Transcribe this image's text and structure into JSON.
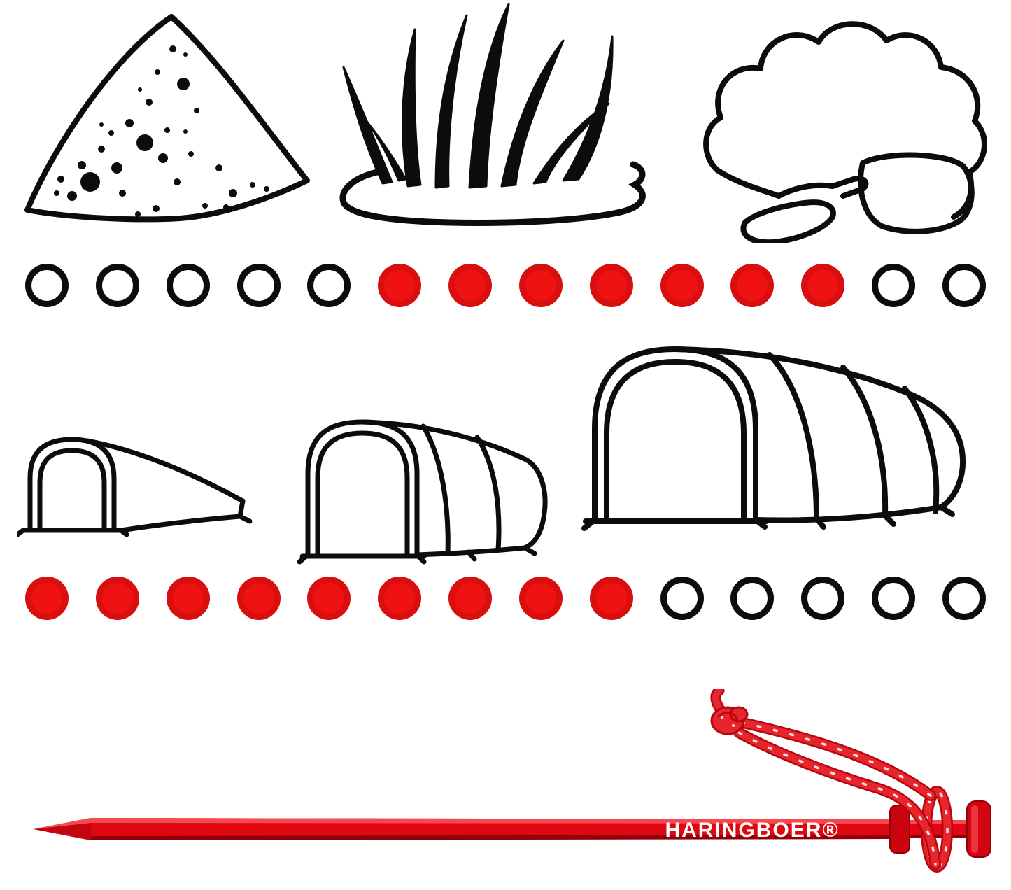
{
  "colors": {
    "accent_red": "#f01212",
    "outline_black": "#0c0c0c",
    "peg_red": "#de0712",
    "cord_red": "#e8252c"
  },
  "terrain_row": {
    "icons": [
      {
        "name": "sand-terrain"
      },
      {
        "name": "grass-terrain"
      },
      {
        "name": "rocky-terrain"
      }
    ],
    "rating": {
      "dots": [
        0,
        0,
        0,
        0,
        0,
        1,
        1,
        1,
        1,
        1,
        1,
        1,
        0,
        0
      ],
      "filled": 7,
      "total": 14
    }
  },
  "tent_row": {
    "icons": [
      {
        "name": "small-tunnel-tent"
      },
      {
        "name": "medium-tunnel-tent"
      },
      {
        "name": "large-tunnel-tent"
      }
    ],
    "rating": {
      "dots": [
        1,
        1,
        1,
        1,
        1,
        1,
        1,
        1,
        1,
        0,
        0,
        0,
        0,
        0
      ],
      "filled": 9,
      "total": 14
    }
  },
  "peg": {
    "brand": "HARINGBOER®"
  }
}
